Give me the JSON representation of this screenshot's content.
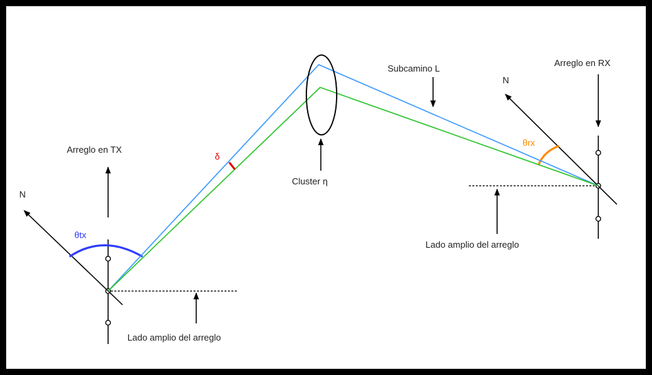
{
  "colors": {
    "frame": "#000000",
    "path_blue": "#3d9bff",
    "path_green": "#2ec42e",
    "angle_tx": "#2f3dff",
    "angle_rx": "#ff8a00",
    "delta": "#e00000",
    "lines": "#000000"
  },
  "labels": {
    "tx_array": "Arreglo en TX",
    "rx_array": "Arreglo en RX",
    "north_tx": "N",
    "north_rx": "N",
    "theta_tx": "θtx",
    "theta_rx": "θrx",
    "delta": "δ",
    "cluster": "Cluster η",
    "subpath": "Subcamino L",
    "broadside_tx": "Lado amplio del arreglo",
    "broadside_rx": "Lado amplio del arreglo"
  },
  "icons": {
    "array_element": "small-circle",
    "arrow": "filled-triangle-arrowhead"
  }
}
